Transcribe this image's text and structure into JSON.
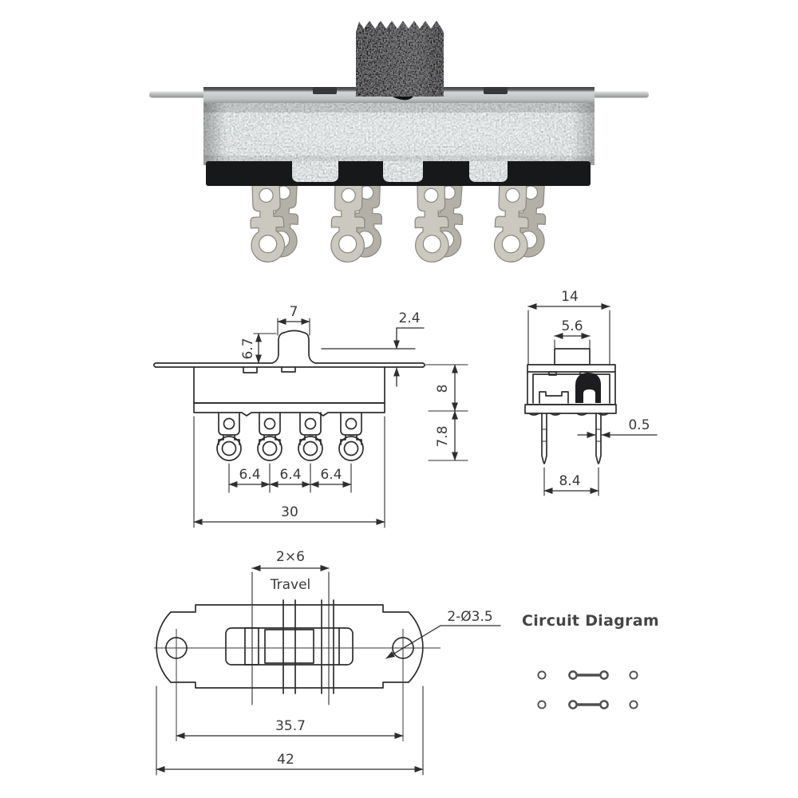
{
  "front_view": {
    "knob_width": "7",
    "knob_height": "6.7",
    "knob_clearance": "2.4",
    "body_height": "8",
    "terminal_length": "7.8",
    "terminal_pitch": [
      "6.4",
      "6.4",
      "6.4"
    ],
    "body_width": "30"
  },
  "side_view": {
    "overall_width": "14",
    "actuator_width": "5.6",
    "terminal_thickness": "0.5",
    "terminal_row_spacing": "8.4"
  },
  "top_view": {
    "travel_dimension": "2×6",
    "travel_label": "Travel",
    "mounting_holes": "2-Ø3.5",
    "hole_spacing": "35.7",
    "overall_length": "42"
  },
  "circuit_diagram": {
    "title": "Circuit Diagram",
    "rows": 2,
    "cols": 4,
    "connected_pairs": [
      [
        2,
        3
      ],
      [
        2,
        3
      ]
    ]
  },
  "colors": {
    "drawing_line": "#2e2e2e",
    "dimension_text": "#3a3a3a",
    "knob_black": "#161616",
    "metal_silver": "#b3b9ba",
    "base_black": "#17181a",
    "terminal_lug": "#cbc8bf",
    "circuit_dot": "#4f4f4f"
  }
}
